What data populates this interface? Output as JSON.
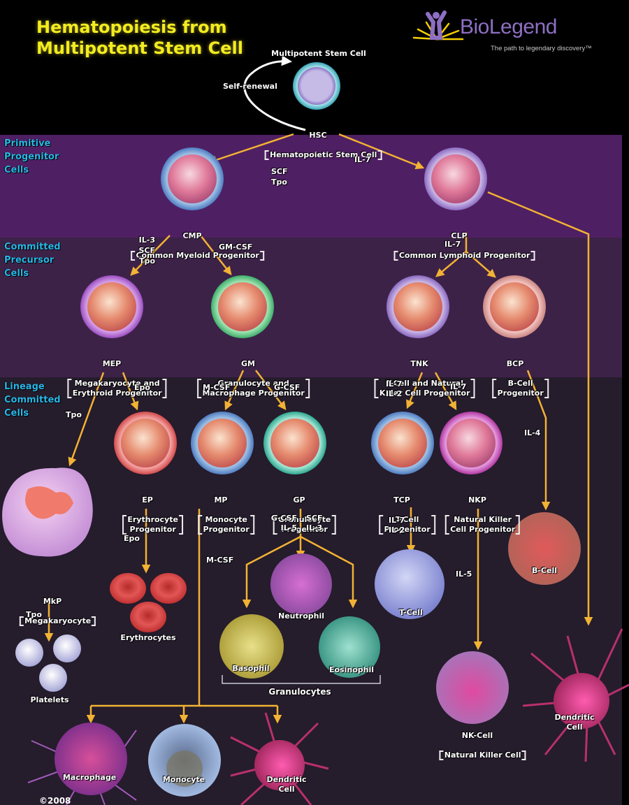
{
  "title": {
    "line1": "Hematopoiesis from",
    "line2": "Multipotent Stem Cell"
  },
  "logo": {
    "name": "BioLegend",
    "tagline": "The path to legendary discovery™",
    "brand_color": "#8e6fc3",
    "burst_color": "#f5d000"
  },
  "colors": {
    "arrow": "#f2b233",
    "section_label": "#29b7e8",
    "title": "#f2ec22"
  },
  "sections": [
    {
      "id": "primitive",
      "label": "Primitive\nProgenitor\nCells",
      "color": "#4f1f63"
    },
    {
      "id": "committed",
      "label": "Committed\nPrecursor\nCells",
      "color": "#3d2248"
    },
    {
      "id": "lineage",
      "label": "Lineage\nCommitted\nCells",
      "color": "#251c2c"
    }
  ],
  "self_renewal": "Self-renewal",
  "cells": {
    "hsc": {
      "top": "Multipotent Stem Cell",
      "abbr": "HSC",
      "full": "Hematopoietic Stem Cell"
    },
    "cmp": {
      "abbr": "CMP",
      "full": "Common Myeloid Progenitor"
    },
    "clp": {
      "abbr": "CLP",
      "full": "Common Lymphoid Progenitor"
    },
    "mep": {
      "abbr": "MEP",
      "full": "Megakaryocyte and\nErythroid Progenitor"
    },
    "gm": {
      "abbr": "GM",
      "full": "Granulocyte and\nMacrophage Progenitor"
    },
    "tnk": {
      "abbr": "TNK",
      "full": "T-Cell and Natural\nKiller Cell Progenitor"
    },
    "bcp": {
      "abbr": "BCP",
      "full": "B-Cell\nProgenitor"
    },
    "ep": {
      "abbr": "EP",
      "full": "Erythrocyte\nProgenitor"
    },
    "mp": {
      "abbr": "MP",
      "full": "Monocyte\nProgenitor"
    },
    "gp": {
      "abbr": "GP",
      "full": "Granulocyte\nProgenitor"
    },
    "tcp": {
      "abbr": "TCP",
      "full": "T-Cell\nProgenitor"
    },
    "nkp": {
      "abbr": "NKP",
      "full": "Natural Killer\nCell Progenitor"
    },
    "mkp": {
      "abbr": "MkP",
      "full": "Megakaryocyte"
    },
    "erythrocytes": {
      "label": "Erythrocytes"
    },
    "platelets": {
      "label": "Platelets"
    },
    "neutrophil": {
      "label": "Neutrophil"
    },
    "basophil": {
      "label": "Basophil"
    },
    "eosinophil": {
      "label": "Eosinophil"
    },
    "granulocytes": {
      "label": "Granulocytes"
    },
    "t_cell": {
      "label": "T-Cell"
    },
    "b_cell": {
      "label": "B-Cell"
    },
    "nk_cell": {
      "abbr": "NK-Cell",
      "full": "Natural Killer Cell"
    },
    "dendritic_lymphoid": {
      "label": "Dendritic\nCell"
    },
    "macrophage": {
      "label": "Macrophage"
    },
    "monocyte": {
      "label": "Monocyte"
    },
    "dendritic_myeloid": {
      "label": "Dendritic\nCell"
    }
  },
  "cytokines": {
    "hsc_to_cmp": "SCF\nTpo",
    "hsc_to_clp": "IL-7",
    "cmp_to_mep": "IL-3\nSCF\nTpo",
    "cmp_to_gm": "GM-CSF",
    "clp_split": "IL-7",
    "mep_to_mkp": "Tpo",
    "mep_to_ep": "Epo",
    "gm_to_mp": "M-CSF",
    "gm_to_gp": "G-CSF",
    "tnk_to_tcp": "IL-7\nIL-2",
    "tnk_to_nkp": "IL-7",
    "bcp_to_bcell": "IL-4",
    "ep_to_ery": "Epo",
    "mkp_to_plt": "Tpo",
    "mp_to_myeloid": "M-CSF",
    "gp_left": "G-CSF\nIL-5",
    "gp_right": "SCF\nIL-3",
    "tcp_to_tcell": "IL-7\nIL-2",
    "nkp_to_nk": "IL-5"
  },
  "copyright": "©2008"
}
